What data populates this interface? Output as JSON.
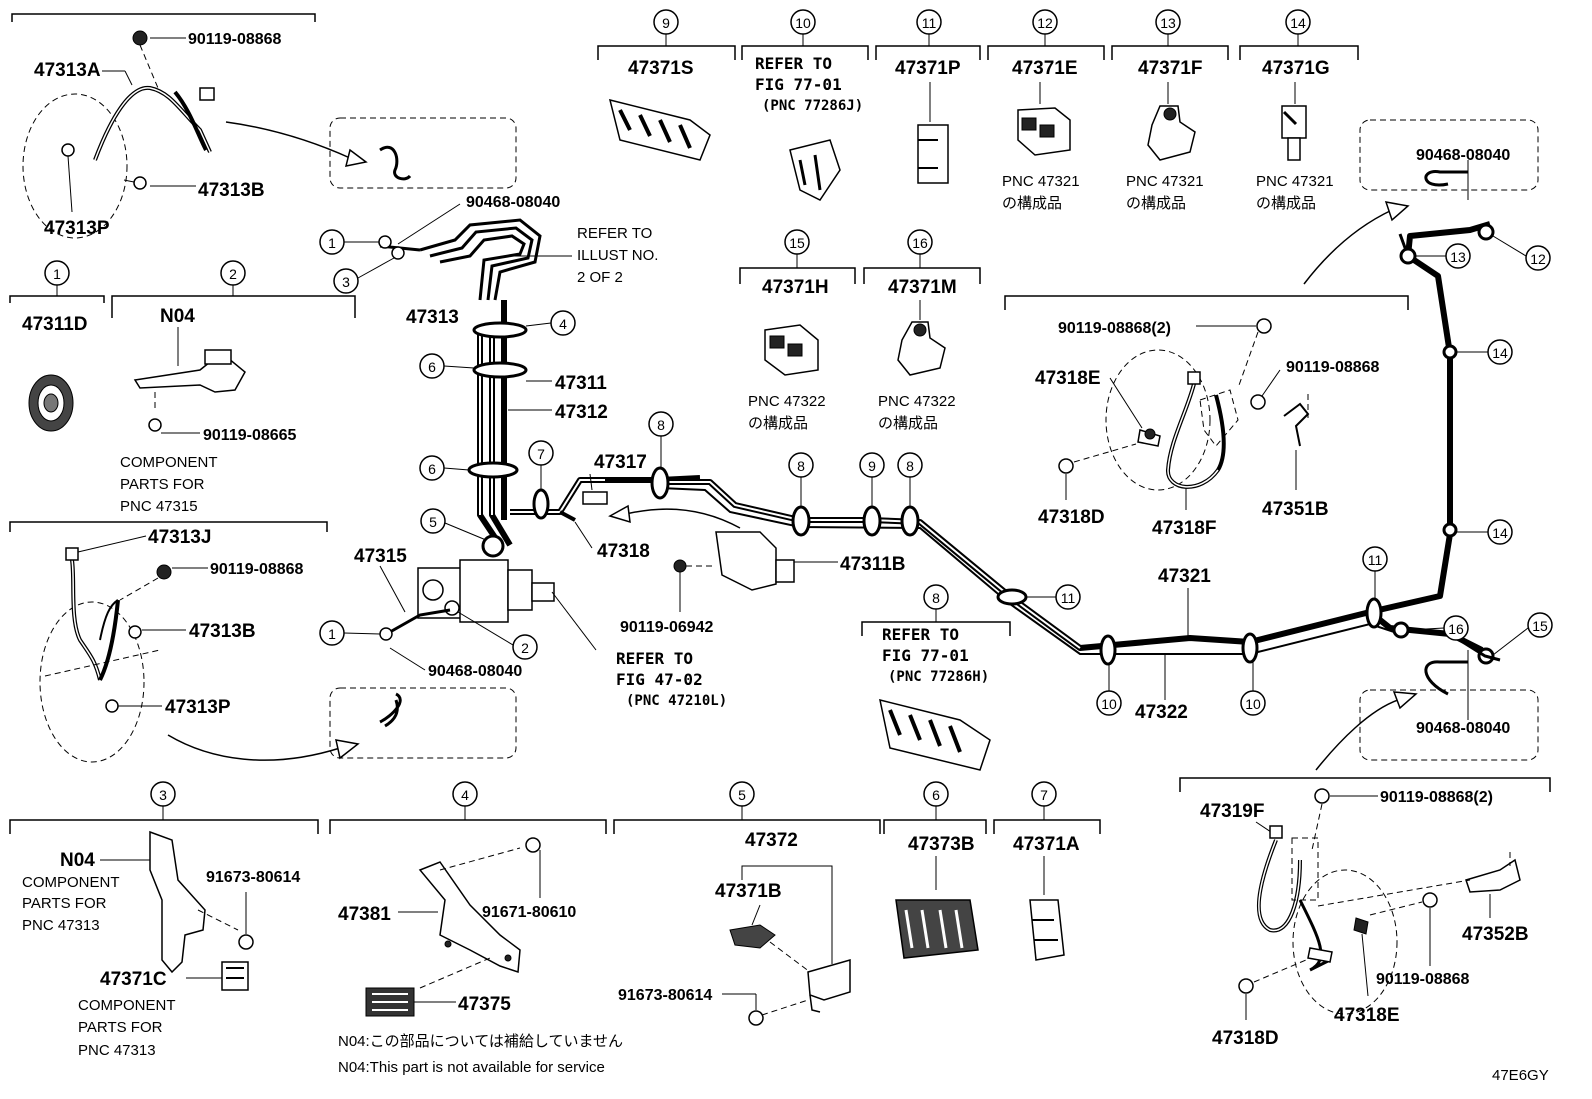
{
  "diagram_code": "47E6GY",
  "footnotes": {
    "jp": "N04:この部品については補給していません",
    "en": "N04:This part is not available for service"
  },
  "headers": {
    "g1": {
      "num": "1",
      "part": "47311D"
    },
    "g2": {
      "num": "2",
      "part": "N04",
      "bolt": "90119-08665",
      "note1": "COMPONENT",
      "note2": "PARTS FOR",
      "note3": "PNC 47315"
    },
    "g3": {
      "num": "3",
      "part": "N04",
      "bolt": "91673-80614",
      "clip": "47371C",
      "note1": "COMPONENT",
      "note2": "PARTS FOR",
      "note3": "PNC 47313",
      "note4": "COMPONENT",
      "note5": "PARTS FOR",
      "note6": "PNC 47313"
    },
    "g4": {
      "num": "4",
      "bracket": "47381",
      "bolt": "91671-80610",
      "clamp": "47375"
    },
    "g5": {
      "num": "5",
      "assy": "47372",
      "clamp": "47371B",
      "bolt": "91673-80614"
    },
    "g6": {
      "num": "6",
      "part": "47373B"
    },
    "g7": {
      "num": "7",
      "part": "47371A"
    },
    "g8": {
      "num": "8",
      "ref1": "REFER TO",
      "ref2": "FIG 77-01",
      "ref3": "(PNC 77286H)"
    },
    "g9": {
      "num": "9",
      "part": "47371S"
    },
    "g10": {
      "num": "10",
      "ref1": "REFER TO",
      "ref2": "FIG 77-01",
      "ref3": "(PNC 77286J)"
    },
    "g11": {
      "num": "11",
      "part": "47371P"
    },
    "g12": {
      "num": "12",
      "part": "47371E",
      "pnc": "PNC 47321",
      "jp": "の構成品"
    },
    "g13": {
      "num": "13",
      "part": "47371F",
      "pnc": "PNC 47321",
      "jp": "の構成品"
    },
    "g14": {
      "num": "14",
      "part": "47371G",
      "pnc": "PNC 47321",
      "jp": "の構成品"
    },
    "g15": {
      "num": "15",
      "part": "47371H",
      "pnc": "PNC 47322",
      "jp": "の構成品"
    },
    "g16": {
      "num": "16",
      "part": "47371M",
      "pnc": "PNC 47322",
      "jp": "の構成品"
    }
  },
  "front_left_hose": {
    "hose": "47313A",
    "bolt_top": "90119-08868",
    "bolt": "47313B",
    "clip": "47313P"
  },
  "front_right_hose": {
    "hose": "47313J",
    "bolt_top": "90119-08868",
    "bolt": "47313B",
    "clip": "47313P"
  },
  "main": {
    "clip_top": "90468-08040",
    "refer1": "REFER TO",
    "refer2": "ILLUST NO.",
    "refer3": "2 OF 2",
    "tube_47313": "47313",
    "tube_47311": "47311",
    "tube_47312": "47312",
    "tube_47317": "47317",
    "tube_47318": "47318",
    "tube_47315": "47315",
    "clip_bottom": "90468-08040",
    "refer_a": "REFER TO",
    "refer_b": "FIG 47-02",
    "refer_c": "(PNC 47210L)",
    "valve": "47311B",
    "bolt_valve": "90119-06942",
    "tube_47321": "47321",
    "tube_47322": "47322"
  },
  "rear_left": {
    "bolt_2": "90119-08868(2)",
    "bolt": "90119-08868",
    "clip": "47318E",
    "bolt_d": "47318D",
    "hose": "47318F",
    "bracket": "47351B"
  },
  "rear_right": {
    "bolt_2": "90119-08868(2)",
    "hose": "47319F",
    "bracket": "47352B",
    "bolt": "90119-08868",
    "clip": "47318E",
    "bolt_d": "47318D"
  },
  "rear_clips": {
    "top": "90468-08040",
    "bottom": "90468-08040"
  },
  "callouts": {
    "c1": "1",
    "c2": "2",
    "c3": "3",
    "c4": "4",
    "c5": "5",
    "c6": "6",
    "c7": "7",
    "c8": "8",
    "c9": "9",
    "c10": "10",
    "c11": "11",
    "c12": "12",
    "c13": "13",
    "c14": "14",
    "c15": "15",
    "c16": "16"
  }
}
